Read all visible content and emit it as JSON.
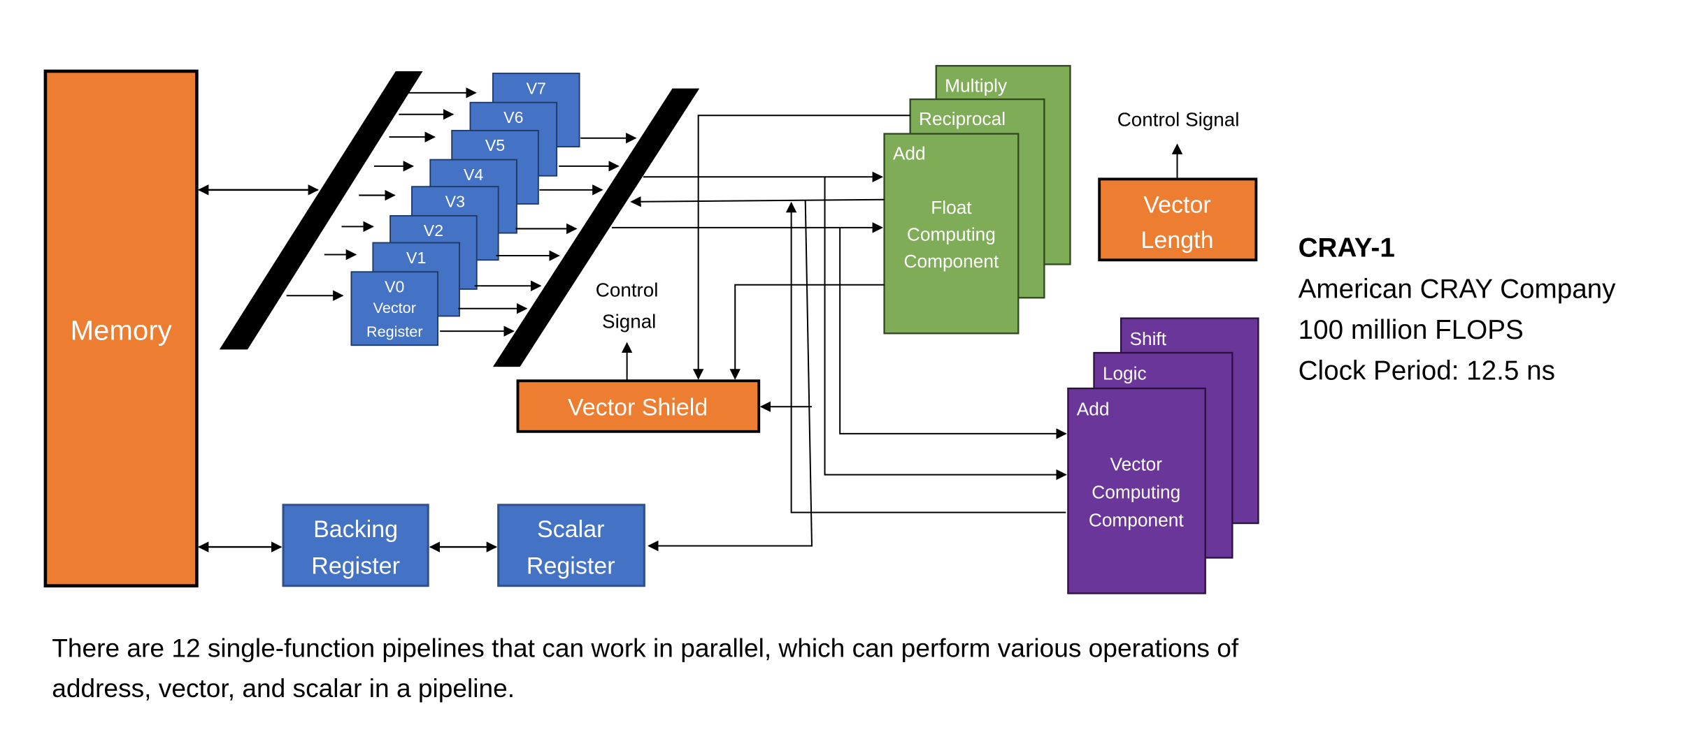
{
  "colors": {
    "memory": "#ED7D31",
    "register": "#4472C4",
    "register_border": "#2F528F",
    "float_unit": "#7FAC56",
    "vector_unit": "#6A3699",
    "orange_box": "#ED7D31",
    "bus": "#000000"
  },
  "memory": {
    "label": "Memory"
  },
  "vector_registers": {
    "labels": [
      "V7",
      "V6",
      "V5",
      "V4",
      "V3",
      "V2",
      "V1",
      "V0"
    ],
    "v0_sub1": "Vector",
    "v0_sub2": "Register"
  },
  "float_unit": {
    "layers": [
      "Multiply",
      "Reciprocal",
      "Add"
    ],
    "title_lines": [
      "Float",
      "Computing",
      "Component"
    ]
  },
  "vector_unit": {
    "layers": [
      "Shift",
      "Logic",
      "Add"
    ],
    "title_lines": [
      "Vector",
      "Computing",
      "Component"
    ]
  },
  "vector_length": {
    "lines": [
      "Vector",
      "Length"
    ],
    "signal_label": "Control Signal"
  },
  "vector_shield": {
    "label": "Vector Shield",
    "signal_lines": [
      "Control",
      "Signal"
    ]
  },
  "backing_register": {
    "lines": [
      "Backing",
      "Register"
    ]
  },
  "scalar_register": {
    "lines": [
      "Scalar",
      "Register"
    ]
  },
  "info": {
    "title": "CRAY-1",
    "lines": [
      "American CRAY Company",
      "100 million FLOPS",
      "Clock Period: 12.5 ns"
    ]
  },
  "caption": {
    "lines": [
      "There are 12 single-function pipelines that can work in parallel, which can perform various operations of",
      "address, vector, and scalar in a pipeline."
    ]
  }
}
